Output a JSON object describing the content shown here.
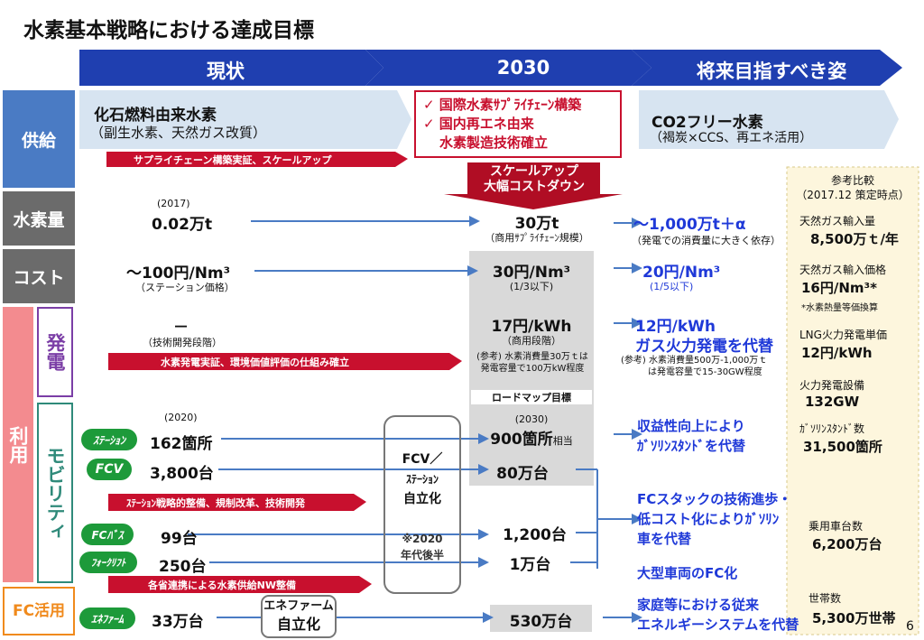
{
  "title": "水素基本戦略における達成目標",
  "page_number": "6",
  "phases": {
    "current": "現状",
    "y2030": "2030",
    "future": "将来目指すべき姿"
  },
  "rows": {
    "supply": "供給",
    "amount": "水素量",
    "cost": "コスト",
    "use": "利用",
    "power": "発電",
    "mobility": "モビリティ",
    "fc": "FC活用"
  },
  "supply": {
    "current_title": "化石燃料由来水素",
    "current_sub": "（副生水素、天然ガス改質）",
    "goal1": "✓ 国際水素ｻﾌﾟﾗｲﾁｪｰﾝ構築",
    "goal2": "✓ 国内再エネ由来",
    "goal3": "水素製造技術確立",
    "future_title": "CO2フリー水素",
    "future_sub": "（褐炭×CCS、再エネ活用）",
    "banner": "サプライチェーン構築実証、スケールアップ"
  },
  "scaleup": {
    "line1": "スケールアップ",
    "line2": "大幅コストダウン"
  },
  "amount": {
    "year": "(2017)",
    "current": "0.02万t",
    "y2030": "30万t",
    "y2030_note": "（商用ｻﾌﾟﾗｲﾁｪｰﾝ規模）",
    "future": "～1,000万t＋α",
    "future_note": "（発電での消費量に大きく依存）"
  },
  "cost": {
    "current": "～100円/Nm³",
    "current_note": "（ステーション価格）",
    "y2030": "30円/Nm³",
    "y2030_note": "(1/3以下)",
    "future": "20円/Nm³",
    "future_note": "(1/5以下)"
  },
  "power": {
    "current": "－",
    "current_note": "（技術開発段階）",
    "y2030": "17円/kWh",
    "y2030_note": "（商用段階）",
    "y2030_ref1": "(参考) 水素消費量30万ｔは",
    "y2030_ref2": "発電容量で100万kW程度",
    "future1": "12円/kWh",
    "future2": "ガス火力発電を代替",
    "future_ref1": "(参考) 水素消費量500万-1,000万ｔ",
    "future_ref2": "は発電容量で15-30GW程度",
    "banner": "水素発電実証、環境価値評価の仕組み確立"
  },
  "roadmap": {
    "label": "ロードマップ目標",
    "year": "(2030)"
  },
  "mobility": {
    "year": "(2020)",
    "station_chip": "ｽﾃｰｼｮﾝ",
    "station_current": "162箇所",
    "station_2030": "900箇所",
    "station_2030_suffix": "相当",
    "fcv_chip": "FCV",
    "fcv_current": "3,800台",
    "fcv_2030": "80万台",
    "bus_chip": "FCﾊﾞｽ",
    "bus_current": "99台",
    "bus_2030": "1,200台",
    "fork_chip": "ﾌｫｰｸﾘﾌﾄ",
    "fork_current": "250台",
    "fork_2030": "1万台",
    "banner1": "ｽﾃｰｼｮﾝ戦略的整備、規制改革、技術開発",
    "banner2": "各省連携による水素供給NW整備",
    "fcv_box1": "FCV／",
    "fcv_box2": "ｽﾃｰｼｮﾝ",
    "fcv_box3": "自立化",
    "fcv_box4": "※2020",
    "fcv_box5": "年代後半",
    "future_station1": "収益性向上により",
    "future_station2": "ｶﾞｿﾘﾝｽﾀﾝﾄﾞを代替",
    "future_fcv1": "FCスタックの技術進歩・",
    "future_fcv2": "低コスト化によりｶﾞｿﾘﾝ",
    "future_fcv3": "車を代替",
    "future_big": "大型車両のFC化"
  },
  "fc": {
    "chip": "ｴﾈﾌｧｰﾑ",
    "current": "33万台",
    "box1": "エネファーム",
    "box2": "自立化",
    "y2030": "530万台",
    "future1": "家庭等における従来",
    "future2": "エネルギーシステムを代替"
  },
  "reference": {
    "title": "参考比較",
    "subtitle": "（2017.12 策定時点）",
    "gas_label": "天然ガス輸入量",
    "gas_value": "8,500万ｔ/年",
    "price_label": "天然ガス輸入価格",
    "price_value": "16円/Nm³*",
    "price_note": "*水素熱量等価換算",
    "lng_label": "LNG火力発電単価",
    "lng_value": "12円/kWh",
    "thermal_label": "火力発電設備",
    "thermal_value": "132GW",
    "gs_label": "ｶﾞｿﾘﾝｽﾀﾝﾄﾞ数",
    "gs_value": "31,500箇所",
    "car_label": "乗用車台数",
    "car_value": "6,200万台",
    "household_label": "世帯数",
    "household_value": "5,300万世帯"
  },
  "colors": {
    "header": "#1f3fb0",
    "supply": "#4a7bc4",
    "gray": "#6b6b6b",
    "use": "#f38b8f",
    "purple": "#7b3ea6",
    "teal": "#2f8a7a",
    "fc_orange": "#f08a1c",
    "red": "#c8102e",
    "blue_text": "#1f39d8",
    "arrow": "#4a7bc4"
  }
}
